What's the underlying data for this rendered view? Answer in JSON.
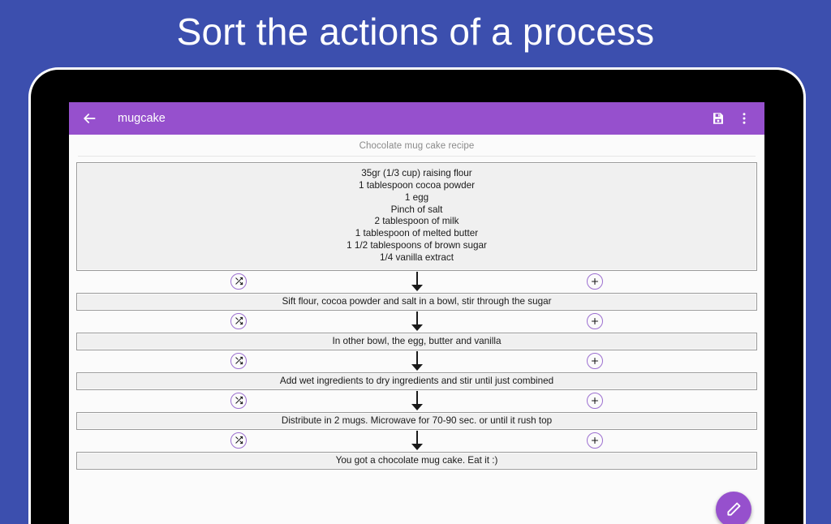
{
  "promo": {
    "headline": "Sort the actions of a process"
  },
  "colors": {
    "background_blue": "#3c4fae",
    "toolbar_purple": "#9650cd",
    "accent_purple": "#9c6fd0",
    "card_gray": "#f0f0f0",
    "card_border": "#9a9a9a",
    "title_gray": "#8a8a8a"
  },
  "app": {
    "toolbar": {
      "back_icon": "back-arrow-icon",
      "title": "mugcake",
      "save_icon": "save-floppy-icon",
      "overflow_icon": "more-vertical-icon"
    },
    "recipe_title": "Chocolate mug cake recipe",
    "ingredients": [
      "35gr (1/3 cup) raising flour",
      "1 tablespoon cocoa powder",
      "1 egg",
      "Pinch of salt",
      "2 tablespoon of milk",
      "1 tablespoon of melted butter",
      "1 1/2 tablespoons of brown sugar",
      "1/4 vanilla extract"
    ],
    "steps": [
      "Sift flour, cocoa powder and salt in a bowl, stir through the sugar",
      "In other bowl, the egg, butter and vanilla",
      "Add wet ingredients to dry ingredients and stir until just combined",
      "Distribute in 2 mugs. Microwave for 70-90 sec. or until it rush top",
      "You got a chocolate mug cake. Eat it :)"
    ],
    "connector": {
      "shuffle_icon": "shuffle-icon",
      "arrow_icon": "arrow-down-icon",
      "add_icon": "plus-icon"
    },
    "fab": {
      "icon": "pencil-edit-icon"
    }
  }
}
